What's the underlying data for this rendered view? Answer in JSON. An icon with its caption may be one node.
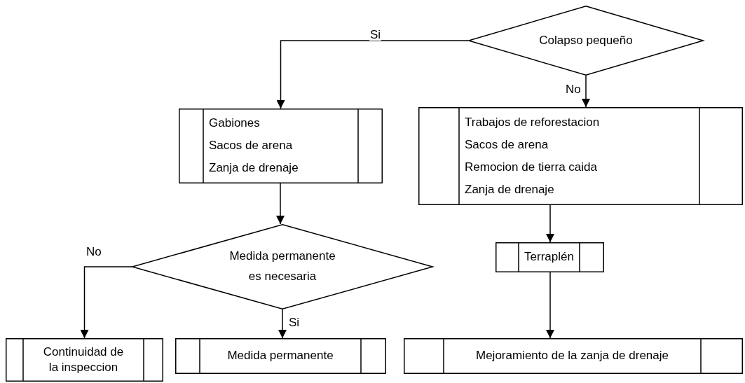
{
  "diagram": {
    "nodes": [
      {
        "text": [
          "Colapso pequeño"
        ]
      },
      {
        "text": [
          "Gabiones",
          "Sacos de arena",
          "Zanja de drenaje"
        ]
      },
      {
        "text": [
          "Trabajos de reforestacion",
          "Sacos de arena",
          "Remocion de tierra caida",
          "Zanja de drenaje"
        ]
      },
      {
        "text": [
          "Medida permanente es necesaria"
        ]
      },
      {
        "text": [
          "Terraplén"
        ]
      },
      {
        "text": [
          "Continuidad de la inspeccion"
        ]
      },
      {
        "text": [
          "Medida permanente"
        ]
      },
      {
        "text": [
          "Mejoramiento de la zanja de drenaje"
        ]
      }
    ],
    "edges": [
      {
        "from": 0,
        "to": 1,
        "arrow": "to",
        "label": "Si"
      },
      {
        "from": 0,
        "to": 2,
        "arrow": "to",
        "label": "No"
      },
      {
        "from": 1,
        "to": 3,
        "arrow": "to"
      },
      {
        "from": 3,
        "to": 5,
        "arrow": "to",
        "label": "No"
      },
      {
        "from": 3,
        "to": 6,
        "arrow": "to",
        "label": "Si"
      },
      {
        "from": 2,
        "to": 4,
        "arrow": "to"
      },
      {
        "from": 4,
        "to": 7,
        "arrow": "to"
      }
    ]
  }
}
